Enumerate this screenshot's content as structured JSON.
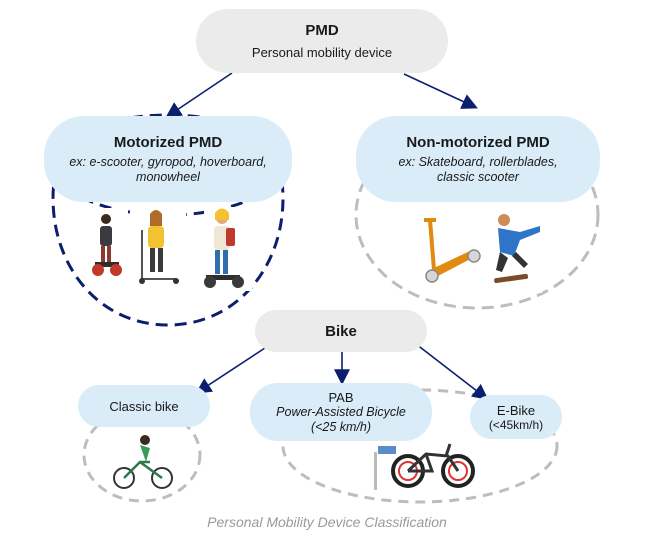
{
  "pmd": {
    "title": "PMD",
    "subtitle": "Personal mobility device"
  },
  "motorized": {
    "title": "Motorized PMD",
    "examples": "ex: e-scooter, gyropod, hoverboard, monowheel"
  },
  "non_motorized": {
    "title": "Non-motorized PMD",
    "examples": "ex: Skateboard, rollerblades, classic scooter"
  },
  "bike": {
    "title": "Bike"
  },
  "classic_bike": {
    "title": "Classic bike"
  },
  "pab": {
    "title": "PAB",
    "line1": "Power-Assisted Bicycle",
    "line2": "(<25 km/h)"
  },
  "ebike": {
    "title": "E-Bike",
    "speed": "(<45km/h)"
  },
  "caption": "Personal Mobility Device Classification",
  "colors": {
    "navy": "#0c1f6e",
    "gray_node": "#ebebeb",
    "blue_node": "#d9ecf8",
    "dash_gray": "#bdbdbd"
  }
}
